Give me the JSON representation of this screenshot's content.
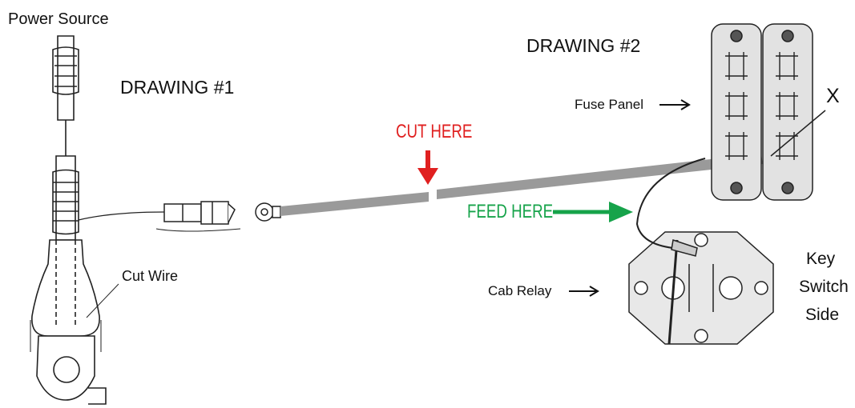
{
  "labels": {
    "power_source": "Power Source",
    "drawing1": "DRAWING #1",
    "drawing2": "DRAWING #2",
    "cut_here": "CUT HERE",
    "feed_here": "FEED HERE",
    "fuse_panel": "Fuse Panel",
    "cut_wire": "Cut Wire",
    "cab_relay": "Cab Relay",
    "key_switch_line1": "Key",
    "key_switch_line2": "Switch",
    "key_switch_line3": "Side",
    "x_mark": "X"
  },
  "colors": {
    "cut_arrow": "#e02020",
    "feed_arrow": "#16a34a",
    "wire": "#9a9a9a",
    "ink": "#222222"
  }
}
